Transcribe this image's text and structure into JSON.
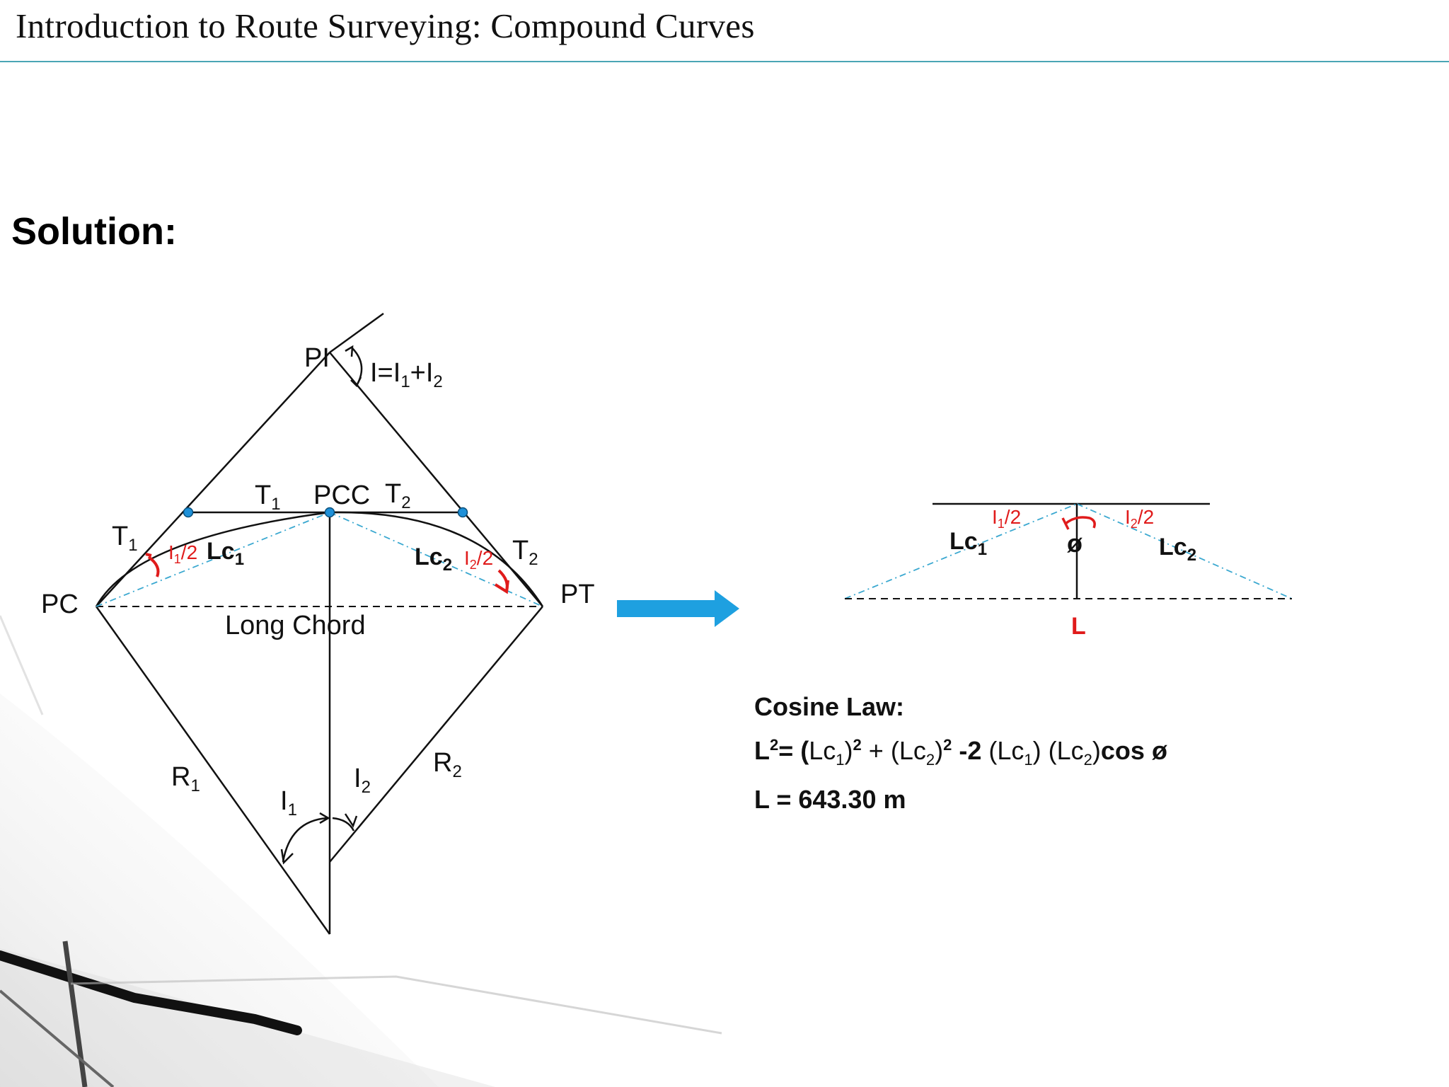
{
  "header": {
    "title": "Introduction to Route Surveying: Compound Curves"
  },
  "heading": "Solution:",
  "diagram": {
    "pi": "PI",
    "pcc": "PCC",
    "pc": "PC",
    "pt": "PT",
    "long_chord": "Long Chord",
    "t": "T",
    "r": "R",
    "i": "I",
    "lc": "Lc",
    "sub1": "1",
    "sub2": "2",
    "half": "/2",
    "i_eq_a": "I=I",
    "i_eq_b": "+I",
    "phi": "ø",
    "l": "L"
  },
  "cosine": {
    "title": "Cosine Law:",
    "lhs": "L",
    "sq": "2",
    "eq": "= (",
    "lc": "Lc",
    "s1": "1",
    "s2": "2",
    "close": ")",
    "plus": " + (",
    "minus2": " -2",
    "open_sp": " (",
    "mid": ") (",
    "cos": "cos ø",
    "result": "L = 643.30 m"
  },
  "colors": {
    "rule": "#4aa6b5",
    "arrow": "#1ea0e0",
    "accent_red": "#e01b1b",
    "point": "#1e90d8"
  }
}
